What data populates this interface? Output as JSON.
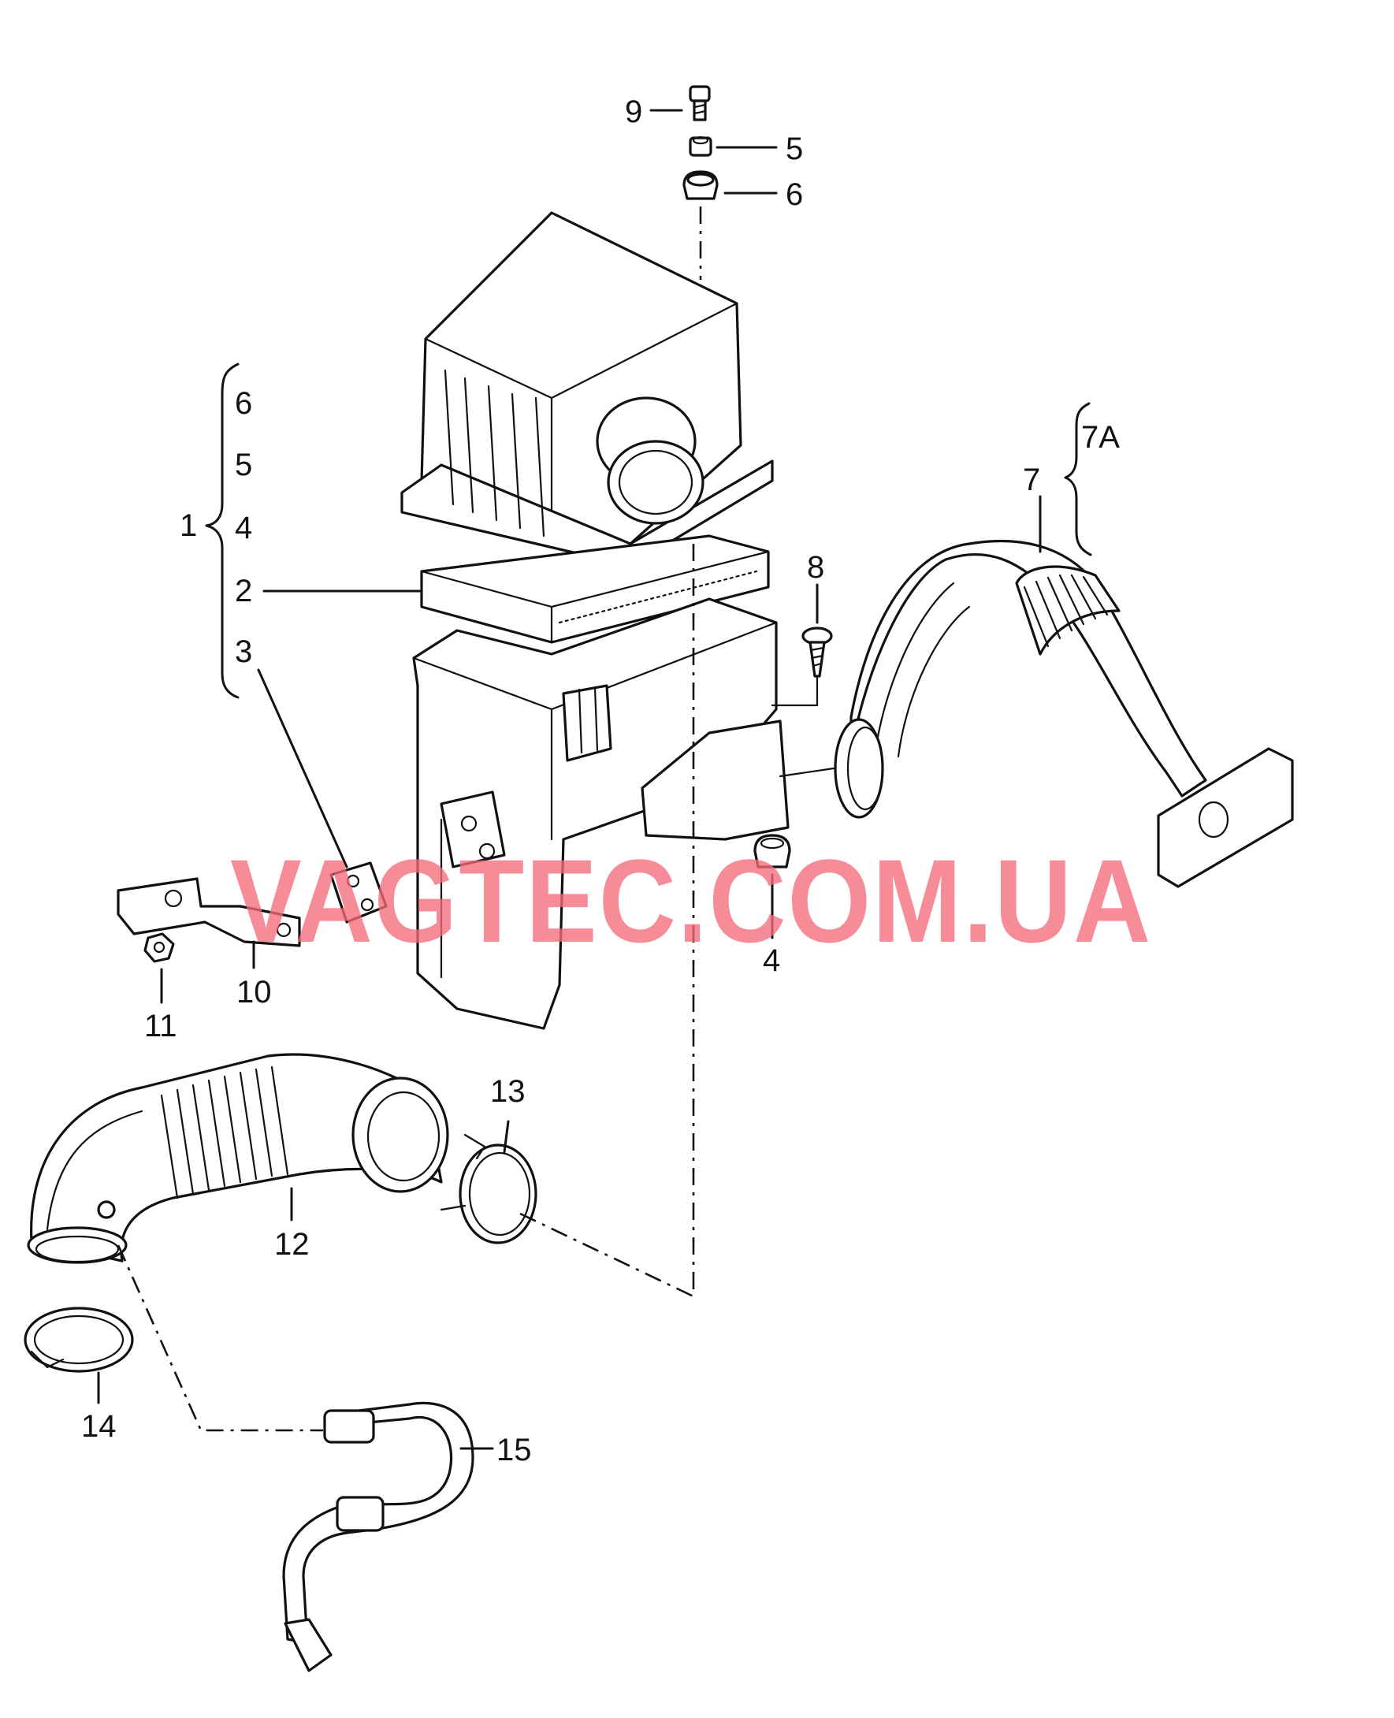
{
  "diagram": {
    "callouts": {
      "c9": "9",
      "c5": "5",
      "c6": "6",
      "b6": "6",
      "b5": "5",
      "b4": "4",
      "b1": "1",
      "b2": "2",
      "b3": "3",
      "c7a": "7A",
      "c7": "7",
      "c8": "8",
      "c4": "4",
      "c10": "10",
      "c11": "11",
      "c12": "12",
      "c13": "13",
      "c14": "14",
      "c15": "15"
    },
    "watermark": "VAGTEC.COM.UA"
  }
}
